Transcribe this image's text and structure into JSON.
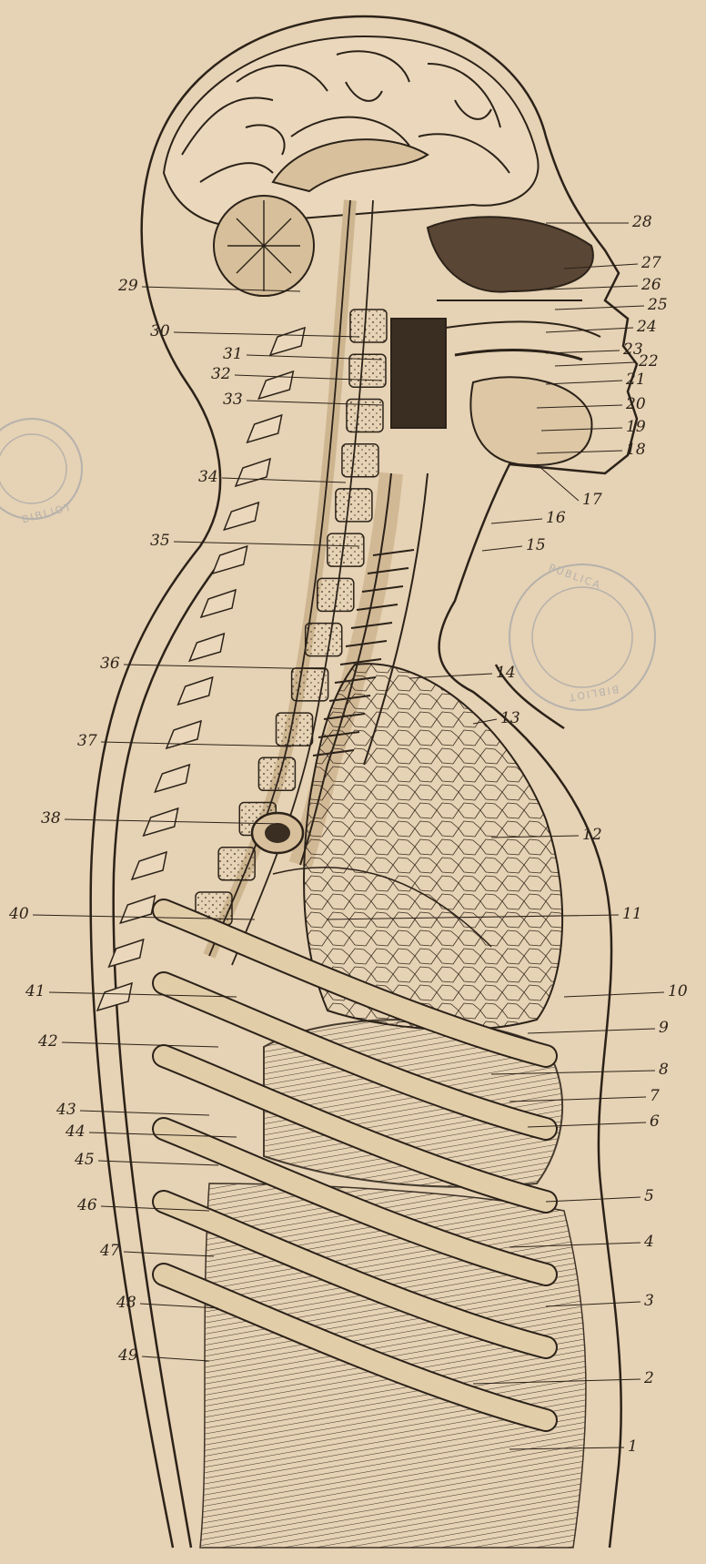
{
  "figure": {
    "stamps": [
      "BIBLIOT",
      "BIBLIOT",
      "PUBLICA"
    ]
  },
  "labels": {
    "left": [
      "29",
      "30",
      "31",
      "32",
      "33",
      "34",
      "35",
      "36",
      "37",
      "38",
      "40",
      "41",
      "42",
      "43",
      "44",
      "45",
      "46",
      "47",
      "48",
      "49"
    ],
    "right": [
      "28",
      "27",
      "26",
      "25",
      "24",
      "23",
      "22",
      "21",
      "20",
      "19",
      "18",
      "17",
      "16",
      "15",
      "14",
      "13",
      "12",
      "11",
      "10",
      "9",
      "8",
      "7",
      "6",
      "5",
      "4",
      "3",
      "2",
      "1"
    ]
  },
  "colors": {
    "paper": "#e6d2b4",
    "ink": "#2b2219",
    "stamp": "#8e97a6"
  }
}
